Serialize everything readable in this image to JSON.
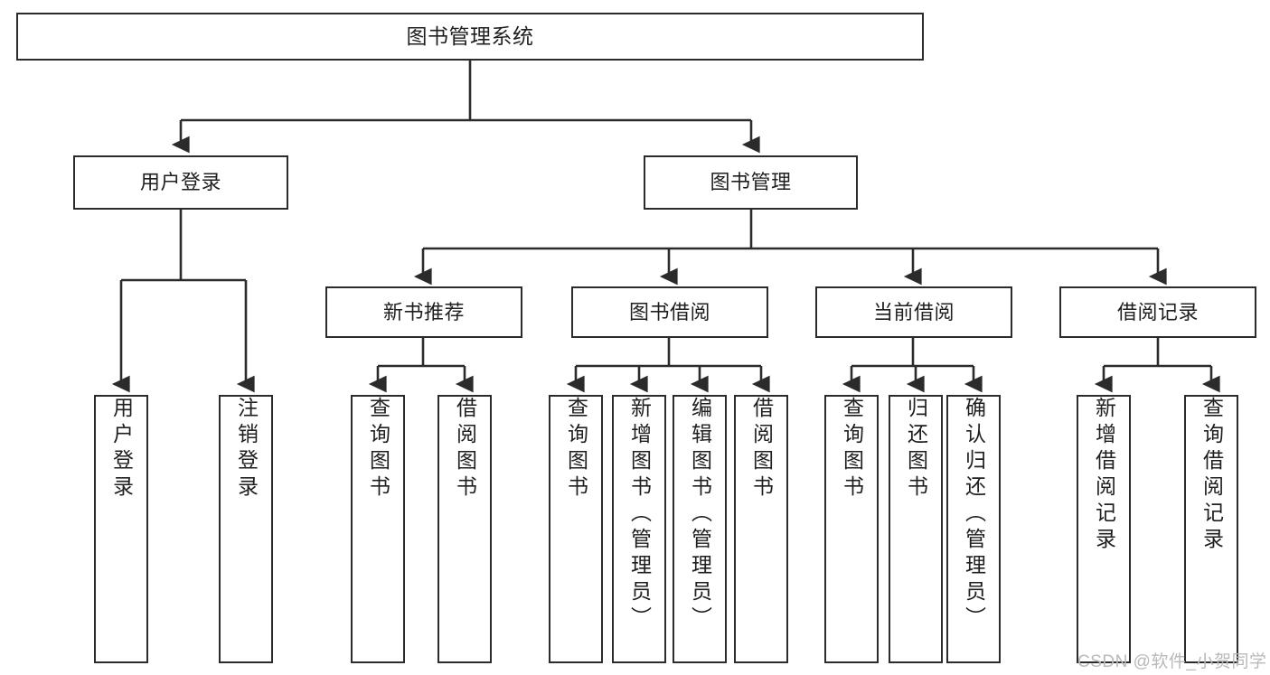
{
  "diagram": {
    "title": "图书管理系统",
    "type": "hierarchical-tree",
    "root": {
      "label": "图书管理系统"
    },
    "level1": [
      {
        "label": "用户登录"
      },
      {
        "label": "图书管理"
      }
    ],
    "level2": [
      {
        "label": "新书推荐"
      },
      {
        "label": "图书借阅"
      },
      {
        "label": "当前借阅"
      },
      {
        "label": "借阅记录"
      }
    ],
    "leaves": {
      "user_login": [
        {
          "label": "用户登录"
        },
        {
          "label": "注销登录"
        }
      ],
      "new_book_recommend": [
        {
          "label": "查询图书"
        },
        {
          "label": "借阅图书"
        }
      ],
      "book_borrow": [
        {
          "label": "查询图书"
        },
        {
          "label": "新增图书（管理员）"
        },
        {
          "label": "编辑图书（管理员）"
        },
        {
          "label": "借阅图书"
        }
      ],
      "current_borrow": [
        {
          "label": "查询图书"
        },
        {
          "label": "归还图书"
        },
        {
          "label": "确认归还（管理员）"
        }
      ],
      "borrow_record": [
        {
          "label": "新增借阅记录"
        },
        {
          "label": "查询借阅记录"
        }
      ]
    }
  },
  "watermark": {
    "text": "CSDN @软件_小贺同学"
  },
  "colors": {
    "stroke": "#2b2b2b",
    "fill": "#ffffff",
    "text": "#1f1f1f",
    "watermark": "#b9b9b9"
  }
}
